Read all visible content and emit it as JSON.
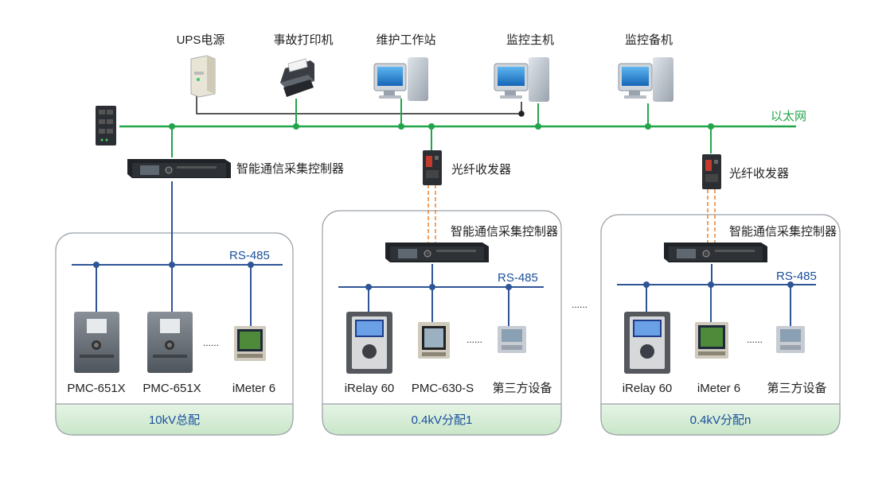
{
  "top_devices": {
    "ups": "UPS电源",
    "printer": "事故打印机",
    "maint": "维护工作站",
    "monitor_main": "监控主机",
    "monitor_backup": "监控备机"
  },
  "ethernet_label": "以太网",
  "controller_label": "智能通信采集控制器",
  "fiber_label": "光纤收发器",
  "rs485_label": "RS-485",
  "ellipsis": "......",
  "zones": [
    {
      "title": "10kV总配",
      "devices": [
        "PMC-651X",
        "PMC-651X",
        "iMeter 6"
      ]
    },
    {
      "title": "0.4kV分配1",
      "devices": [
        "iRelay 60",
        "PMC-630-S",
        "第三方设备"
      ]
    },
    {
      "title": "0.4kV分配n",
      "devices": [
        "iRelay 60",
        "iMeter 6",
        "第三方设备"
      ]
    }
  ],
  "colors": {
    "ethernet": "#22a54a",
    "bus": "#2f5597",
    "fiber": "#f0883a",
    "zone_fill": "#cfe9cf"
  }
}
